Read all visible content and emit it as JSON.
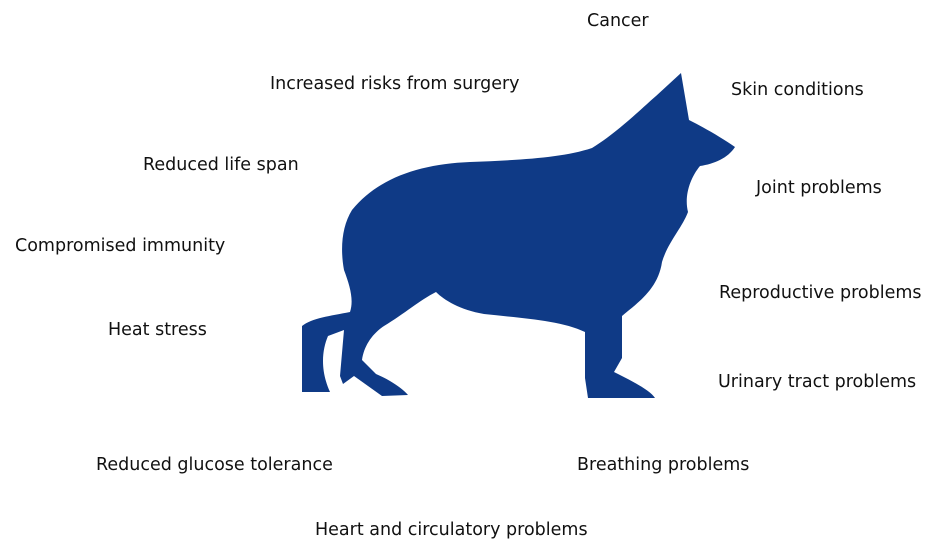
{
  "diagram": {
    "dog_color": "#0f3a86",
    "labels": {
      "cancer": "Cancer",
      "surgery": "Increased risks from surgery",
      "skin": "Skin conditions",
      "life_span": "Reduced life span",
      "joint": "Joint problems",
      "immunity": "Compromised immunity",
      "reproductive": "Reproductive problems",
      "heat": "Heat stress",
      "urinary": "Urinary tract problems",
      "glucose": "Reduced glucose tolerance",
      "breathing": "Breathing problems",
      "heart": "Heart and circulatory problems"
    }
  }
}
